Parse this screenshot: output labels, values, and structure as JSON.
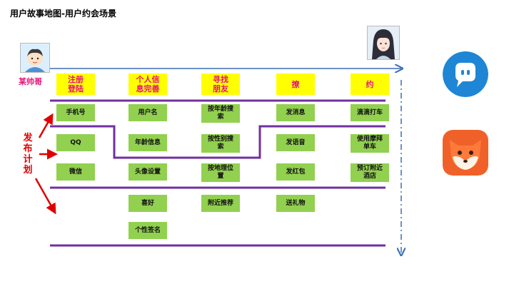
{
  "title": "用户故事地图-用户约会场景",
  "persona": {
    "name": "某帅哥"
  },
  "activities": [
    {
      "label": "注册\n登陆",
      "tasks": [
        {
          "row": 0,
          "label": "手机号"
        },
        {
          "row": 1,
          "label": "QQ"
        },
        {
          "row": 2,
          "label": "微信"
        }
      ]
    },
    {
      "label": "个人信\n息完善",
      "tasks": [
        {
          "row": 0,
          "label": "用户名"
        },
        {
          "row": 1,
          "label": "年龄信息"
        },
        {
          "row": 2,
          "label": "头像设置"
        },
        {
          "row": 3,
          "label": "喜好"
        },
        {
          "row": 4,
          "label": "个性签名"
        }
      ]
    },
    {
      "label": "寻找\n朋友",
      "tasks": [
        {
          "row": 0,
          "label": "按年龄搜\n索"
        },
        {
          "row": 1,
          "label": "按性别搜\n索"
        },
        {
          "row": 2,
          "label": "按地理位\n置"
        },
        {
          "row": 3,
          "label": "附近推荐"
        }
      ]
    },
    {
      "label": "撩",
      "tasks": [
        {
          "row": 0,
          "label": "发消息"
        },
        {
          "row": 1,
          "label": "发语音"
        },
        {
          "row": 2,
          "label": "发红包"
        },
        {
          "row": 3,
          "label": "送礼物"
        }
      ]
    },
    {
      "label": "约",
      "tasks": [
        {
          "row": 0,
          "label": "滴滴打车"
        },
        {
          "row": 1,
          "label": "使用摩拜\n单车"
        },
        {
          "row": 2,
          "label": "预订附近\n酒店"
        }
      ]
    }
  ],
  "release_plan": {
    "label": "发布计划"
  },
  "colors": {
    "header_bg": "#ffff00",
    "header_text": "#e8117c",
    "task_bg": "#92d050",
    "release_line": "#7030a0",
    "arrow": "#3b6fb6",
    "release_arrow": "#e00000"
  },
  "icons": {
    "persona_male": "male-avatar-icon",
    "persona_female": "female-avatar-icon",
    "app_chat": "speech-bubble-app-icon",
    "app_fox": "fox-app-icon"
  }
}
